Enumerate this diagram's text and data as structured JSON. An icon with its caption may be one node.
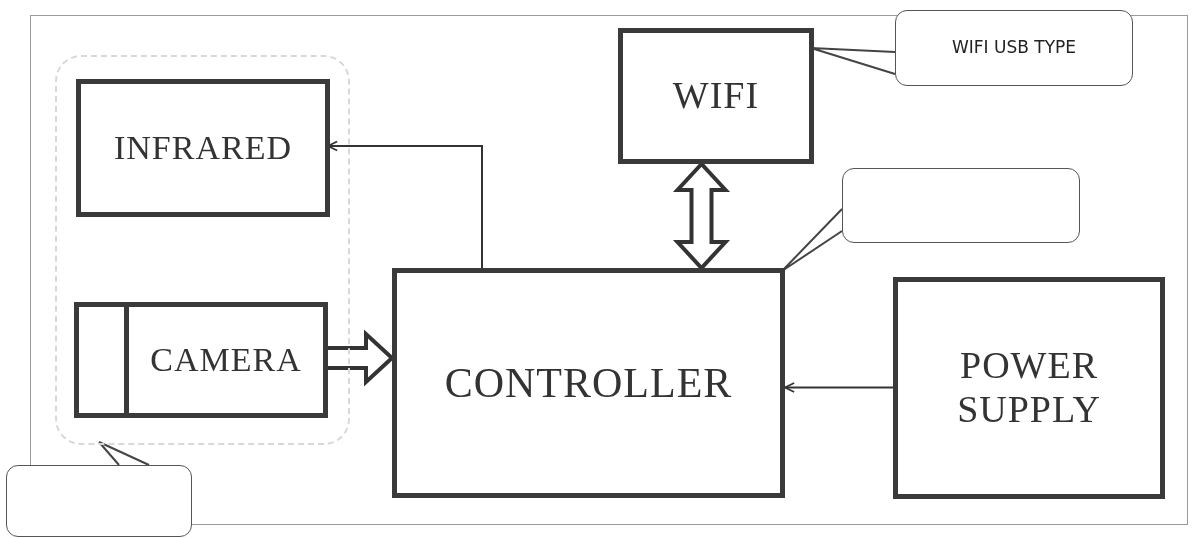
{
  "diagram": {
    "nodes": [
      {
        "text": [],
        "shape": "box"
      },
      {
        "text": [
          "INFRARED"
        ],
        "in": 0
      },
      {
        "text": [
          "CAMERA"
        ],
        "in": 0
      },
      {
        "text": [
          "CONTROLLER"
        ]
      },
      {
        "text": [
          "WIFI"
        ]
      },
      {
        "text": [
          "POWER SUPPLY"
        ]
      },
      {
        "text": [
          "WIFI USB TYPE"
        ]
      },
      {
        "text": [],
        "shape": "box"
      },
      {
        "text": [],
        "shape": "box"
      }
    ],
    "edges": [
      {
        "from": 3,
        "to": 1,
        "arrow": "to"
      },
      {
        "from": 2,
        "to": 3,
        "arrow": "to",
        "style": "thick"
      },
      {
        "from": 4,
        "to": 3,
        "arrow": "both",
        "style": "thick"
      },
      {
        "from": 5,
        "to": 3,
        "arrow": "to"
      },
      {
        "from": 6,
        "to": 4,
        "arrow": "none"
      },
      {
        "from": 7,
        "to": 3,
        "arrow": "none"
      },
      {
        "from": 8,
        "to": 0,
        "arrow": "none"
      }
    ]
  }
}
